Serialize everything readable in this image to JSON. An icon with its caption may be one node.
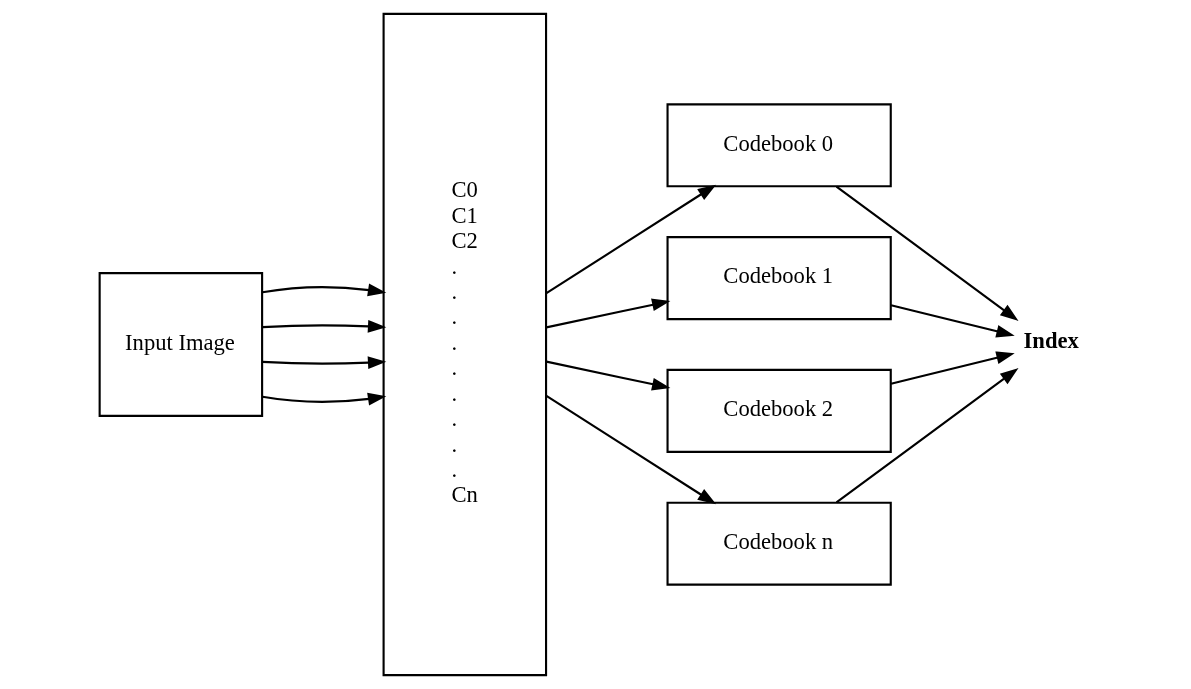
{
  "diagram": {
    "nodes": [
      {
        "text": [
          "Input Image"
        ]
      },
      {
        "text": [
          "C0",
          "C1",
          "C2",
          ".",
          ".",
          ".",
          ".",
          ".",
          ".",
          ".",
          ".",
          ".",
          "Cn"
        ]
      },
      {
        "text": [
          "Codebook 0"
        ]
      },
      {
        "text": [
          "Codebook 1"
        ]
      },
      {
        "text": [
          "Codebook 2"
        ]
      },
      {
        "text": [
          "Codebook n"
        ]
      },
      {
        "text": [
          "Index"
        ]
      }
    ],
    "edges": [
      {
        "from": 0,
        "to": 1,
        "arrow": "to"
      },
      {
        "from": 0,
        "to": 1,
        "arrow": "to"
      },
      {
        "from": 0,
        "to": 1,
        "arrow": "to"
      },
      {
        "from": 0,
        "to": 1,
        "arrow": "to"
      },
      {
        "from": 1,
        "to": 2,
        "arrow": "to"
      },
      {
        "from": 1,
        "to": 3,
        "arrow": "to"
      },
      {
        "from": 1,
        "to": 4,
        "arrow": "to"
      },
      {
        "from": 1,
        "to": 5,
        "arrow": "to"
      },
      {
        "from": 2,
        "to": 6,
        "arrow": "to"
      },
      {
        "from": 3,
        "to": 6,
        "arrow": "to"
      },
      {
        "from": 4,
        "to": 6,
        "arrow": "to"
      },
      {
        "from": 5,
        "to": 6,
        "arrow": "to"
      }
    ]
  }
}
